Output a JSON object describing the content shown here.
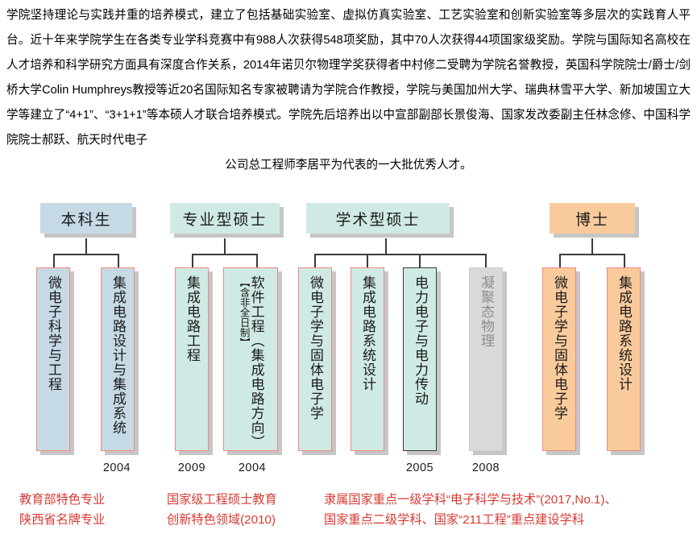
{
  "intro": {
    "lines": [
      "学院坚持理论与实践并重的培养模式，建立了包括基础实验室、虚拟仿真实验室、工艺实验室和创新实验室等多层次的实践育人平台。近十年来学院学生在各类专业学科竞赛中有988人次获得548项奖励，其中70人次获得44项国家级奖励。学院与国际知名高校在人才培养和科学研究方面具有深度合作关系，2014年诺贝尔物理学奖获得者中村修二受聘为学院名誉教授，英国科学院院士/爵士/剑桥大学Colin Humphreys教授等近20名国际知名专家被聘请为学院合作教授，学院与美国加州大学、瑞典林雪平大学、新加坡国立大学等建立了“4+1”、“3+1+1”等本硕人才联合培养模式。学院先后培养出以中宣部副部长景俊海、国家发改委副主任林念修、中国科学院院士郝跃、航天时代电子",
      "公司总工程师李居平为代表的一大批优秀人才。"
    ]
  },
  "diagram": {
    "groups": [
      {
        "header": "本科生",
        "header_color": "#c6dae6",
        "leaves": [
          {
            "text": "微电子科学与工程",
            "color": "#c6dae6"
          },
          {
            "text": "集成电路设计与集成系统",
            "color": "#c6dae6"
          }
        ],
        "years": [
          "2004"
        ],
        "caption": [
          "教育部特色专业",
          "陕西省名牌专业"
        ],
        "caption_color": "#d83a33"
      },
      {
        "header": "专业型硕士",
        "header_color": "#cfeae5",
        "leaves": [
          {
            "text": "集成电路工程",
            "color": "#cfeae5"
          },
          {
            "text": "软件工程（集成电路方向）",
            "note": "【含非全日制】",
            "color": "#cfeae5"
          }
        ],
        "years": [
          "2009",
          "2004"
        ],
        "caption": [
          "国家级工程硕士教育",
          "创新特色领域(2010)"
        ],
        "caption_color": "#d83a33"
      },
      {
        "header": "学术型硕士",
        "header_color": "#cfeae5",
        "leaves": [
          {
            "text": "微电子学与固体电子学",
            "color": "#cfeae5"
          },
          {
            "text": "集成电路系统设计",
            "color": "#cfeae5"
          },
          {
            "text": "电力电子与电力传动",
            "color": "#cfeae5"
          },
          {
            "text": "凝聚态物理",
            "color": "#d9d9d9"
          }
        ],
        "years": [
          "2005",
          "2008"
        ],
        "caption": [
          "隶属国家重点一级学科“电子科学与技术”(2017,No.1)、",
          "国家重点二级学科、国家“211工程”重点建设学科"
        ],
        "caption_color": "#d83a33"
      },
      {
        "header": "博士",
        "header_color": "#f9cb9c",
        "leaves": [
          {
            "text": "微电子学与固体电子学",
            "color": "#f9cb9c"
          },
          {
            "text": "集成电路系统设计",
            "color": "#f9cb9c"
          }
        ],
        "years": [],
        "caption": [],
        "caption_color": "#d83a33"
      }
    ]
  }
}
